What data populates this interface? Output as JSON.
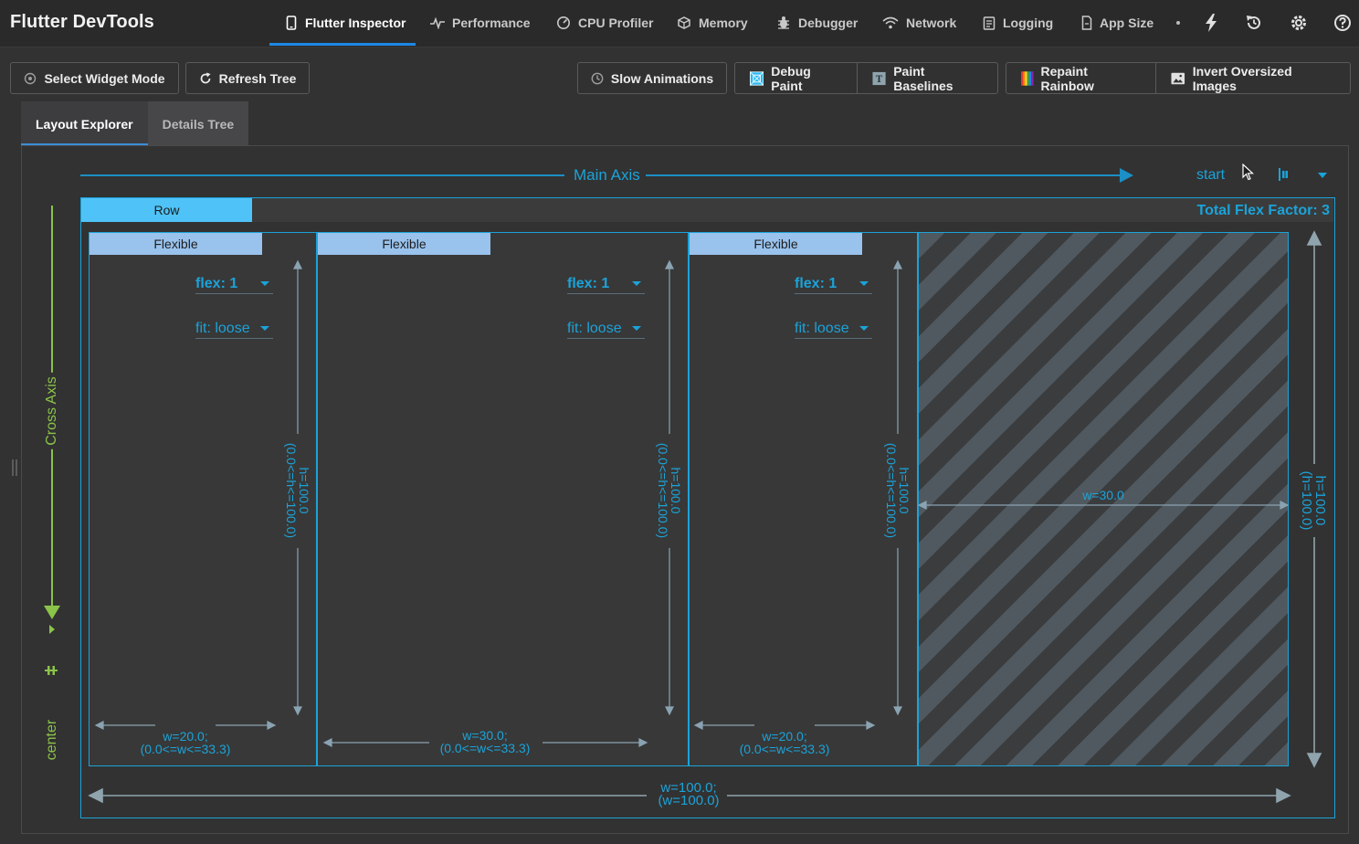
{
  "app": {
    "title": "Flutter DevTools"
  },
  "tabs": [
    {
      "label": "Flutter Inspector",
      "icon": "phone-icon",
      "active": true
    },
    {
      "label": "Performance",
      "icon": "pulse-icon"
    },
    {
      "label": "CPU Profiler",
      "icon": "gauge-icon"
    },
    {
      "label": "Memory",
      "icon": "memory-icon"
    },
    {
      "label": "Debugger",
      "icon": "bug-icon"
    },
    {
      "label": "Network",
      "icon": "wifi-icon"
    },
    {
      "label": "Logging",
      "icon": "logging-icon"
    },
    {
      "label": "App Size",
      "icon": "file-icon"
    }
  ],
  "top_icons": [
    "hot-reload-icon",
    "hot-restart-icon",
    "settings-icon",
    "help-icon"
  ],
  "toolbar": {
    "select_widget_mode": "Select Widget Mode",
    "refresh_tree": "Refresh Tree",
    "slow_animations": "Slow Animations",
    "debug_paint": "Debug Paint",
    "paint_baselines": "Paint Baselines",
    "repaint_rainbow": "Repaint Rainbow",
    "invert_oversized_images": "Invert Oversized Images"
  },
  "subtabs": [
    {
      "label": "Layout Explorer",
      "active": true
    },
    {
      "label": "Details Tree"
    }
  ],
  "layout": {
    "main_axis_label": "Main Axis",
    "main_axis_alignment": "start",
    "cross_axis_label": "Cross Axis",
    "cross_axis_alignment": "center",
    "row_label": "Row",
    "total_flex_factor": "Total Flex Factor: 3",
    "children": [
      {
        "label": "Flexible",
        "flex": "flex: 1",
        "fit": "fit: loose",
        "height": "h=100.0",
        "height_constraint": "(0.0<=h<=100.0)",
        "width": "w=20.0;",
        "width_constraint": "(0.0<=w<=33.3)"
      },
      {
        "label": "Flexible",
        "flex": "flex: 1",
        "fit": "fit: loose",
        "height": "h=100.0",
        "height_constraint": "(0.0<=h<=100.0)",
        "width": "w=30.0;",
        "width_constraint": "(0.0<=w<=33.3)"
      },
      {
        "label": "Flexible",
        "flex": "flex: 1",
        "fit": "fit: loose",
        "height": "h=100.0",
        "height_constraint": "(0.0<=h<=100.0)",
        "width": "w=20.0;",
        "width_constraint": "(0.0<=w<=33.3)"
      }
    ],
    "free_space_width": "w=30.0",
    "row_height": "h=100.0",
    "row_height_constraint": "(h=100.0)",
    "row_width": "w=100.0;",
    "row_width_constraint": "(w=100.0)"
  },
  "colors": {
    "accent": "#1ba3d9",
    "row_header": "#4fc3f7",
    "child_header": "#99c2ec",
    "cross_axis": "#8bc34a",
    "tab_underline": "#1e88e5"
  }
}
